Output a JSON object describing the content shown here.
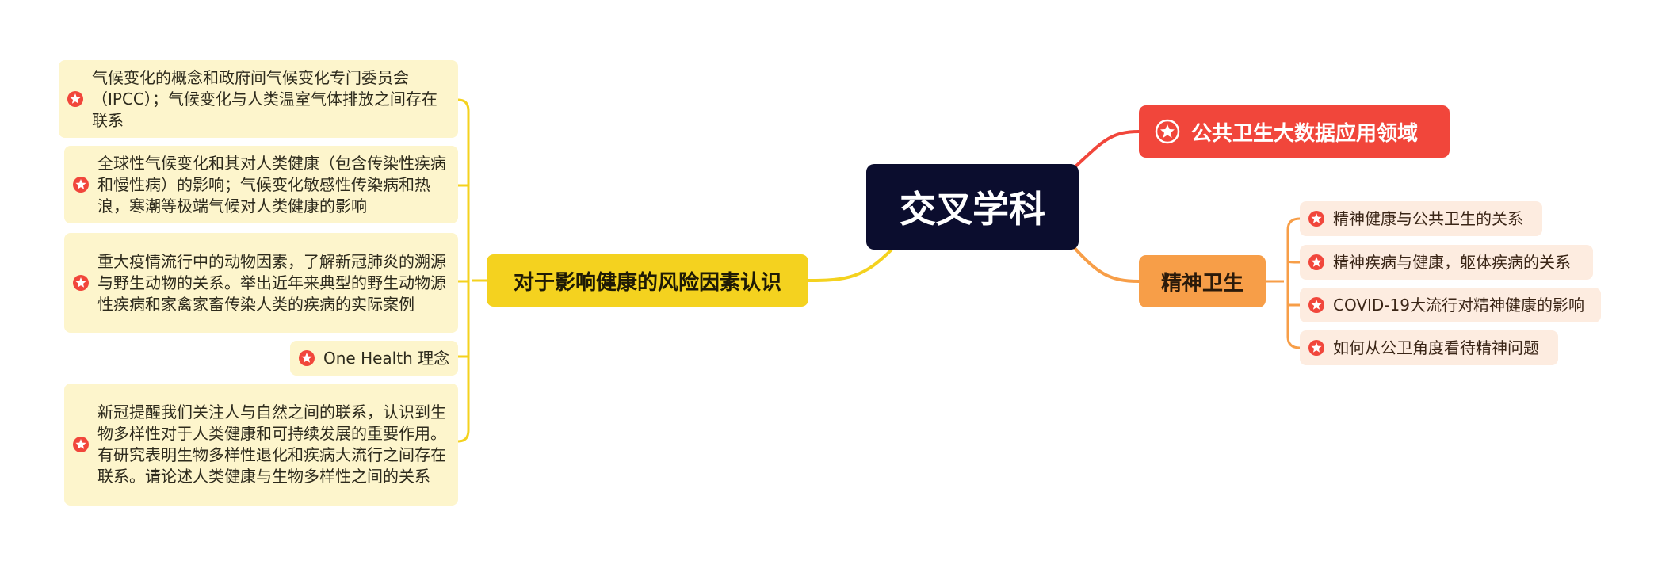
{
  "center": {
    "label": "交叉学科"
  },
  "branches": {
    "public_health": {
      "label": "公共卫生大数据应用领域",
      "color": "#f1463b"
    },
    "mental_health": {
      "label": "精神卫生",
      "color": "#f79e48",
      "items": [
        "精神健康与公共卫生的关系",
        "精神疾病与健康，躯体疾病的关系",
        "COVID-19大流行对精神健康的影响",
        "如何从公卫角度看待精神问题"
      ]
    },
    "risk_factors": {
      "label": "对于影响健康的风险因素认识",
      "color": "#f4d21f",
      "items": [
        "气候变化的概念和政府间气候变化专门委员会（IPCC）；气候变化与人类温室气体排放之间存在联系",
        "全球性气候变化和其对人类健康（包含传染性疾病和慢性病）的影响；气候变化敏感性传染病和热浪，寒潮等极端气候对人类健康的影响",
        "重大疫情流行中的动物因素，了解新冠肺炎的溯源与野生动物的关系。举出近年来典型的野生动物源性疾病和家禽家畜传染人类的疾病的实际案例",
        "One Health 理念",
        "新冠提醒我们关注人与自然之间的联系，认识到生物多样性对于人类健康和可持续发展的重要作用。有研究表明生物多样性退化和疾病大流行之间存在联系。请论述人类健康与生物多样性之间的关系"
      ]
    }
  },
  "icons": {
    "leaf_marker": "star-badge-icon"
  },
  "colors": {
    "center_bg": "#0b0d2e",
    "marker": "#f1463b",
    "leaf_yellow": "#fdf5cc",
    "leaf_orange": "#fdece0"
  }
}
